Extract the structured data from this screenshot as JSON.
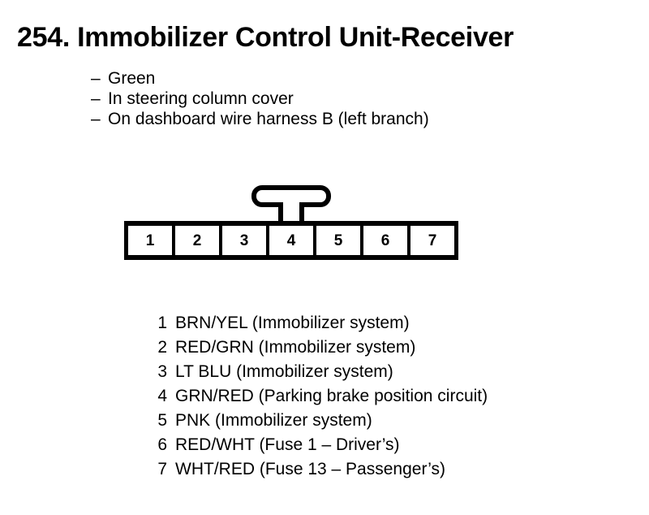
{
  "page": {
    "title": "254. Immobilizer Control Unit-Receiver",
    "background_color": "#ffffff",
    "ink_color": "#000000"
  },
  "locations": {
    "dash": "–",
    "items": [
      "Green",
      "In steering column cover",
      "On dashboard wire harness B (left branch)"
    ]
  },
  "connector": {
    "tab_icon": "connector-locking-tab",
    "pin_count": 7,
    "pins": [
      "1",
      "2",
      "3",
      "4",
      "5",
      "6",
      "7"
    ]
  },
  "legend": {
    "rows": [
      {
        "pin": "1",
        "label": "BRN/YEL (Immobilizer system)"
      },
      {
        "pin": "2",
        "label": "RED/GRN (Immobilizer system)"
      },
      {
        "pin": "3",
        "label": "LT BLU (Immobilizer system)"
      },
      {
        "pin": "4",
        "label": "GRN/RED (Parking brake position circuit)"
      },
      {
        "pin": "5",
        "label": "PNK (Immobilizer system)"
      },
      {
        "pin": "6",
        "label": "RED/WHT (Fuse 1 – Driver’s)"
      },
      {
        "pin": "7",
        "label": "WHT/RED (Fuse 13 – Passenger’s)"
      }
    ]
  }
}
